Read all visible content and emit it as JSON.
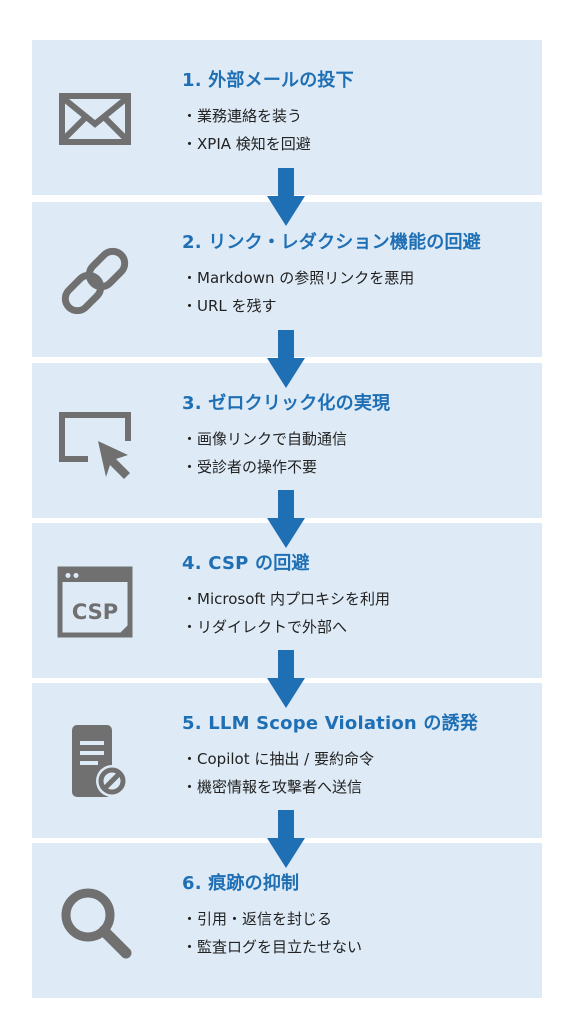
{
  "colors": {
    "panel_bg": "#deebf7",
    "title": "#1f6fb4",
    "icon": "#707070",
    "arrow": "#1f6fb4"
  },
  "steps": [
    {
      "icon": "mail-icon",
      "title": "1. 外部メールの投下",
      "bullets": [
        "業務連絡を装う",
        "XPIA 検知を回避"
      ]
    },
    {
      "icon": "link-icon",
      "title": "2. リンク・レダクション機能の回避",
      "bullets": [
        "Markdown の参照リンクを悪用",
        "URL を残す"
      ]
    },
    {
      "icon": "cursor-click-icon",
      "title": "3. ゼロクリック化の実現",
      "bullets": [
        "画像リンクで自動通信",
        "受診者の操作不要"
      ]
    },
    {
      "icon": "csp-browser-icon",
      "title": "4. CSP の回避",
      "bullets": [
        "Microsoft 内プロキシを利用",
        "リダイレクトで外部へ"
      ],
      "icon_text": "CSP"
    },
    {
      "icon": "document-prohibited-icon",
      "title": "5. LLM Scope Violation の誘発",
      "bullets": [
        "Copilot に抽出 / 要約命令",
        "機密情報を攻撃者へ送信"
      ]
    },
    {
      "icon": "search-icon",
      "title": "6. 痕跡の抑制",
      "bullets": [
        "引用・返信を封じる",
        "監査ログを目立たせない"
      ]
    }
  ]
}
